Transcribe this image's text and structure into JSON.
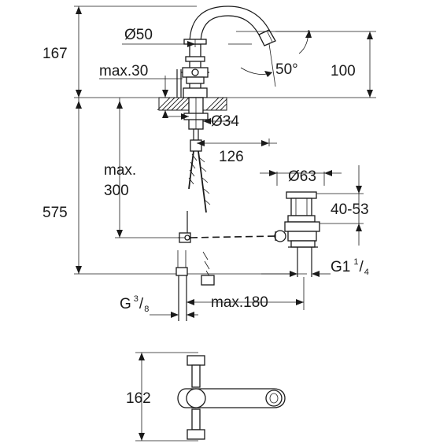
{
  "dimensions": {
    "height_top": "167",
    "diameter_spout": "Ø50",
    "max_deck": "max.30",
    "angle": "50°",
    "height_spout": "100",
    "diameter_body": "Ø34",
    "spout_reach": "126",
    "max_hose_label": "max.",
    "max_hose_value": "300",
    "height_total": "575",
    "diameter_waste": "Ø63",
    "waste_range": "40-53",
    "g_quarter_base": "G1",
    "g_quarter_num": "1",
    "g_quarter_den": "4",
    "g_eighth_base": "G",
    "g_eighth_num": "3",
    "g_eighth_den": "8",
    "max_rod": "max.180",
    "plan_depth": "162"
  }
}
